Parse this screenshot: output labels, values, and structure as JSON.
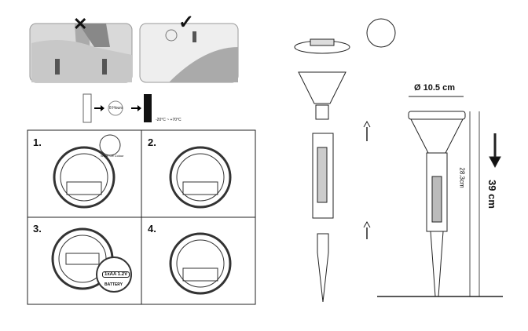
{
  "top": {
    "wrong_mark": "✕",
    "right_mark": "✓",
    "charge_hours": "8 Hours",
    "temp_range": "-20°C ~ +70°C"
  },
  "switch_labels": "White  Off  Colour",
  "steps": [
    {
      "label": "1."
    },
    {
      "label": "2."
    },
    {
      "label": "3."
    },
    {
      "label": "4."
    }
  ],
  "battery": {
    "type": "1xAA 1.2V",
    "label": "BATTERY"
  },
  "dimensions": {
    "diameter": "Ø 10.5 cm",
    "body_height": "28.3cm",
    "total_height": "39 cm"
  }
}
